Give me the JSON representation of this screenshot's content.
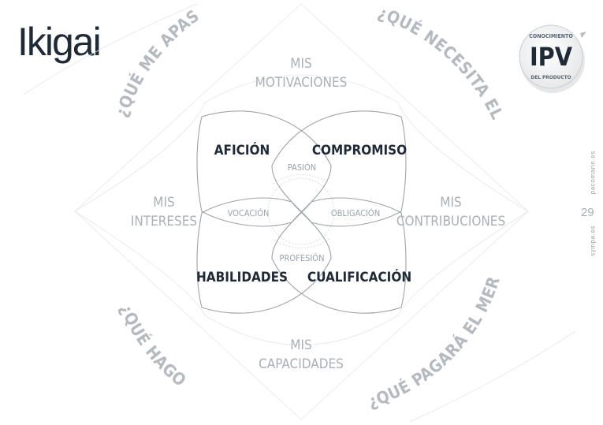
{
  "title": "Ikigai",
  "badge": {
    "top_text": "CONOCIMIENTO",
    "main_text": "IPV",
    "bottom_text": "DEL PRODUCTO"
  },
  "side_note": {
    "left": "sympa.es",
    "right": "pacomarin.es"
  },
  "page_number": "29",
  "questions": {
    "passion": "¿QUÉ ME APASIONA?",
    "world_needs": "¿QUÉ NECESITA EL MUNDO?",
    "good_at": "¿QUÉ HAGO BIEN?",
    "paid_for": "¿QUÉ PAGARÁ EL MERCADO?"
  },
  "outer_labels": {
    "motivations": [
      "MIS",
      "MOTIVACIONES"
    ],
    "interests": [
      "MIS",
      "INTERESES"
    ],
    "contributions": [
      "MIS",
      "CONTRIBUCIONES"
    ],
    "capabilities": [
      "MIS",
      "CAPACIDADES"
    ]
  },
  "petal_labels": {
    "aficion": "AFICIÓN",
    "compromiso": "COMPROMISO",
    "habilidades": "HABILIDADES",
    "cualificacion": "CUALIFICACIÓN"
  },
  "overlap_labels": {
    "pasion": "PASIÓN",
    "vocacion": "VOCACIÓN",
    "obligacion": "OBLIGACIÓN",
    "profesion": "PROFESIÓN"
  },
  "colors": {
    "dark_text": "#1f2a36",
    "light_text": "#a9b0b7",
    "overlap_text": "#9aa3ab",
    "petal_stroke": "#9ea4a9",
    "faint_stroke": "#dfe2e5"
  }
}
